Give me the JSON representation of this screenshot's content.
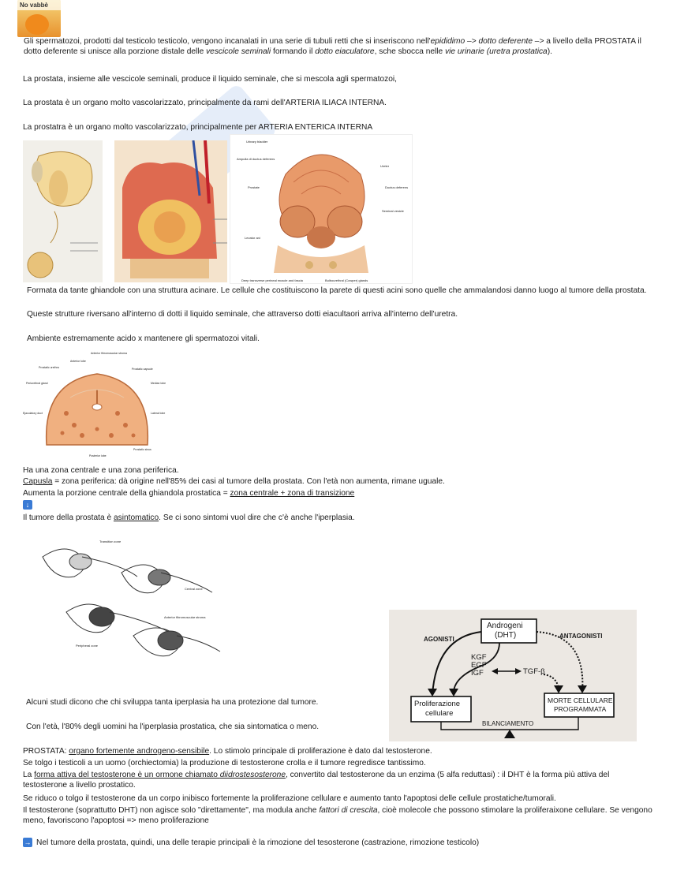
{
  "logo": {
    "text": "No vabbè"
  },
  "paragraphs": {
    "p1": {
      "a": "Gli spermatozoi, prodotti dal testicolo testicolo, vengono incanalati in una serie di tubuli retti che si inseriscono nell'",
      "b": "epididimo –> dotto deferente –>",
      "c": " a livello della PROSTATA il dotto deferente si unisce alla porzione distale delle ",
      "d": "vescicole seminali",
      "e": " formando il ",
      "f": "dotto eiaculatore",
      "g": ", sche sbocca nelle ",
      "h": "vie urinarie (uretra prostatica",
      "i": ")."
    },
    "p2": "La prostata, insieme alle vescicole seminali, produce il liquido seminale, che si mescola agli spermatozoi,",
    "p3": "La prostata è un organo molto vascolarizzato, principalmente da rami dell'ARTERIA ILIACA INTERNA.",
    "p4": "La prostatra è un organo molto vascolarizzato, principalmente per ARTERIA ENTERICA INTERNA",
    "p5a": "Formata da tante ghiandole con una struttura acinare. Le cellule che costituiscono la parete di questi acini sono quelle che ammalandosi danno luogo al tumore della prostata.",
    "p5b": "Queste strutture riversano all'interno di dotti il liquido seminale, che attraverso dotti eiacultaori arriva all'interno dell'uretra.",
    "p6": "Ambiente estremamente acido x mantenere gli spermatozoi vitali.",
    "p7": "Ha una zona centrale e una zona periferica.",
    "p8": {
      "u": "Capusla",
      "rest": " = zona periferica: dà origine nell'85% dei casi al tumore della prostata. Con l'età non aumenta, rimane uguale."
    },
    "p9": {
      "a": "Aumenta la porzione centrale della ghiandola prostatica = ",
      "u": "zona centrale + zona di transizione"
    },
    "p10": {
      "a": "Il tumore della prostata è ",
      "u": "asintomatico",
      "b": ". Se ci sono sintomi vuol dire che c'è anche l'iperplasia."
    },
    "p11": "Alcuni studi dicono che chi sviluppa tanta iperplasia ha una protezione dal tumore.",
    "p12": "Con l'età, l'80% degli uomini ha l'iperplasia prostatica, che sia sintomatica o meno.",
    "p13": {
      "a": "PROSTATA: ",
      "u": "organo fortemente androgeno-sensibile",
      "b": ". Lo stimolo principale di proliferazione è dato dal testosterone."
    },
    "p14": "Se tolgo i testicoli a un uomo (orchiectomia) la produzione di testosterone crolla e il tumore regredisce tantissimo.",
    "p15": {
      "a": "La ",
      "u1": "forma attiva del testosterone è un ormone chiamato ",
      "u2": "diidrostesosterone",
      "b": ", convertito dal testosterone da un enzima (5 alfa reduttasi) : il DHT è la forma più attiva del testosterone a livello prostatico."
    },
    "p16": "Se riduco o tolgo il testosterone da un corpo inibisco fortemente la proliferazione cellulare e  aumento tanto l'apoptosi delle cellule prostatiche/tumorali.",
    "p17": {
      "a": "Il testosterone (soprattutto DHT) non agisce solo \"direttamente\", ma modula anche ",
      "i": "fattori di crescita",
      "b": ", cioè molecole che possono stimolare la proliferaixone cellulare. Se vengono meno, favoriscono l'apoptosi => meno proliferazione"
    },
    "p18": "Nel tumore della prostata, quindi, una delle terapie principali è la rimozione del tesosterone (castrazione, rimozione testicolo)"
  },
  "fig_prostate_labels": {
    "urinary_bladder": "Urinary bladder",
    "ampulla": "Ampulla di ductus deferens",
    "prostate": "Prostate",
    "ureter": "Ureter",
    "ductus": "Ductus deferens",
    "seminal": "Seminal vesicle",
    "levator": "Levator ani",
    "deep_transverse": "Deep transverse perineal muscle and fascia",
    "bulbourethral": "Bulbourethral (Cowper) glands"
  },
  "fig_section_labels": {
    "ant_fibro": "Anterior fibromuscular stroma",
    "ant_lobe": "Anterior lobe",
    "prostatic_urethra": "Prostatic urethra",
    "periurethral": "Periurethral gland",
    "posterior_capsule": "Prostatic capsule",
    "median": "Median lobe",
    "lateral": "Lateral lobe",
    "ejaculatory": "Ejaculatory duct",
    "posterior": "Posterior lobe",
    "prostatic_sinus": "Prostatic sinus"
  },
  "fig_zones_labels": {
    "transition": "Transition zone",
    "central": "Central zone",
    "anterior": "Anterior fibromuscular stroma",
    "peripheral": "Peripheral zone"
  },
  "diagram": {
    "androgeni": "Androgeni",
    "dht": "(DHT)",
    "agonisti": "AGONISTI",
    "antagonisti": "ANTAGONISTI",
    "kgf": "KGF",
    "egf": "EGF",
    "igf": "IGF",
    "tgf": "TGF-β",
    "prolif1": "Proliferazione",
    "prolif2": "cellulare",
    "morte1": "MORTE CELLULARE",
    "morte2": "PROGRAMMATA",
    "bilanciamento": "BILANCIAMENTO"
  },
  "icons": {
    "down": "down-arrow-icon",
    "right": "right-arrow-icon"
  },
  "colors": {
    "watermark": "#2f6fd0",
    "tissue": "#e89a6a",
    "icon": "#3a7bd5"
  }
}
